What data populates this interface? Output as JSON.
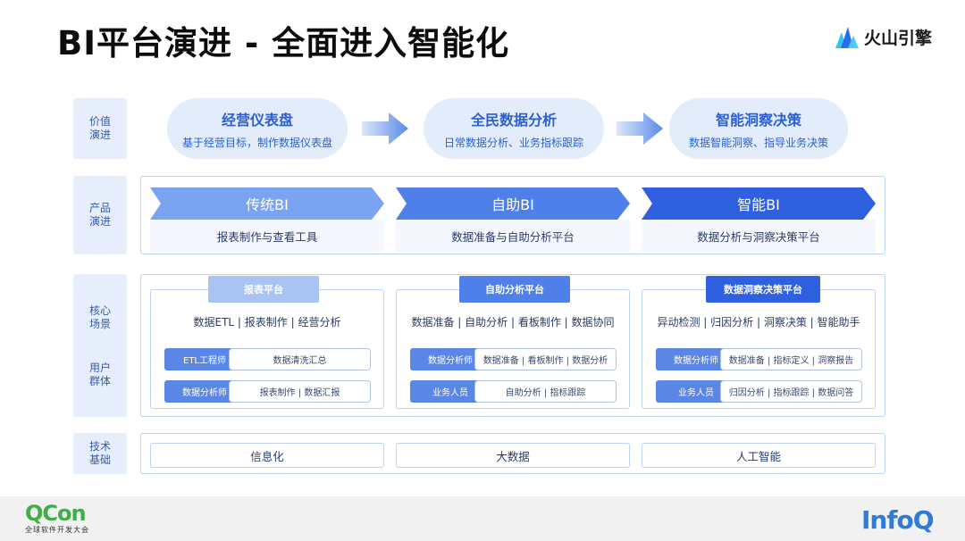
{
  "title": "BI平台演进 - 全面进入智能化",
  "brand": {
    "logo_text": "火山引擎"
  },
  "row_labels": {
    "value": [
      "价值",
      "演进"
    ],
    "product": [
      "产品",
      "演进"
    ],
    "scene": [
      "核心",
      "场景"
    ],
    "users": [
      "用户",
      "群体"
    ],
    "tech": [
      "技术",
      "基础"
    ]
  },
  "value_stages": [
    {
      "title": "经营仪表盘",
      "desc": "基于经营目标，制作数据仪表盘"
    },
    {
      "title": "全民数据分析",
      "desc": "日常数据分析、业务指标跟踪"
    },
    {
      "title": "智能洞察决策",
      "desc": "数据智能洞察、指导业务决策"
    }
  ],
  "product_stages": [
    {
      "name": "传统BI",
      "desc": "报表制作与查看工具"
    },
    {
      "name": "自助BI",
      "desc": "数据准备与自助分析平台"
    },
    {
      "name": "智能BI",
      "desc": "数据分析与洞察决策平台"
    }
  ],
  "platforms": [
    {
      "tag": "报表平台",
      "scenes": "数据ETL | 报表制作 | 经营分析",
      "users": [
        {
          "role": "ETL工程师",
          "desc": "数据清洗汇总"
        },
        {
          "role": "数据分析师",
          "desc": "报表制作 | 数据汇报"
        }
      ]
    },
    {
      "tag": "自助分析平台",
      "scenes": "数据准备 | 自助分析 | 看板制作 | 数据协同",
      "users": [
        {
          "role": "数据分析师",
          "desc": "数据准备 | 看板制作 | 数据分析"
        },
        {
          "role": "业务人员",
          "desc": "自助分析 | 指标跟踪"
        }
      ]
    },
    {
      "tag": "数据洞察决策平台",
      "scenes": "异动检测 | 归因分析 | 洞察决策 | 智能助手",
      "users": [
        {
          "role": "数据分析师",
          "desc": "数据准备 | 指标定义 | 洞察报告"
        },
        {
          "role": "业务人员",
          "desc": "归因分析 | 指标跟踪 | 数据问答"
        }
      ]
    }
  ],
  "tech": [
    "信息化",
    "大数据",
    "人工智能"
  ],
  "footer": {
    "qcon": "QCon",
    "qcon_sub": "全球软件开发大会",
    "infoq": "InfoQ"
  },
  "colors": {
    "stage1": "#7aa3f2",
    "stage2": "#4f7fe8",
    "stage3": "#2f60e0",
    "pill_bg": "#e2ecfb",
    "accent_text": "#2c5fd1"
  }
}
